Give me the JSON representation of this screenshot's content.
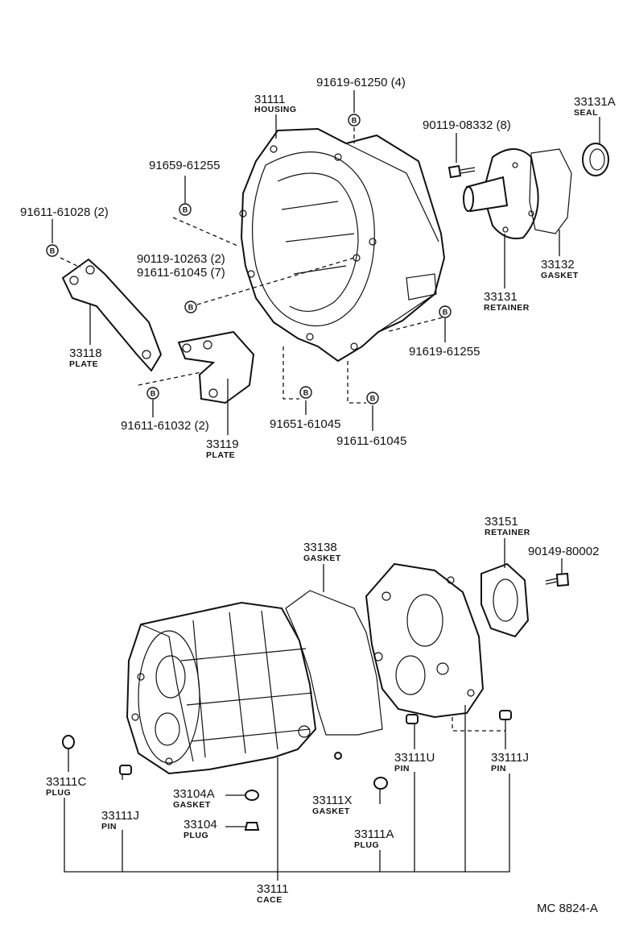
{
  "figure_code": "MC 8824-A",
  "bolt_marker": "B",
  "labels": {
    "l31111": {
      "num": "31111",
      "sub": "HOUSING"
    },
    "l91619a": {
      "num": "91619-61250 (4)"
    },
    "l33131a": {
      "num": "33131A",
      "sub": "SEAL"
    },
    "l90119a": {
      "num": "90119-08332 (8)"
    },
    "l91659": {
      "num": "91659-61255"
    },
    "l91611a": {
      "num": "91611-61028 (2)"
    },
    "l90119b": {
      "num": "90119-10263 (2)"
    },
    "l91611b": {
      "num": "91611-61045 (7)"
    },
    "l33132": {
      "num": "33132",
      "sub": "GASKET"
    },
    "l33131": {
      "num": "33131",
      "sub": "RETAINER"
    },
    "l33118": {
      "num": "33118",
      "sub": "PLATE"
    },
    "l91619b": {
      "num": "91619-61255"
    },
    "l91611c": {
      "num": "91611-61032 (2)"
    },
    "l91651": {
      "num": "91651-61045"
    },
    "l33119": {
      "num": "33119",
      "sub": "PLATE"
    },
    "l91611d": {
      "num": "91611-61045"
    },
    "l33151": {
      "num": "33151",
      "sub": "RETAINER"
    },
    "l33138": {
      "num": "33138",
      "sub": "GASKET"
    },
    "l90149": {
      "num": "90149-80002"
    },
    "l33111c": {
      "num": "33111C",
      "sub": "PLUG"
    },
    "l33111u": {
      "num": "33111U",
      "sub": "PIN"
    },
    "l33111jr": {
      "num": "33111J",
      "sub": "PIN"
    },
    "l33104a": {
      "num": "33104A",
      "sub": "GASKET"
    },
    "l33111x": {
      "num": "33111X",
      "sub": "GASKET"
    },
    "l33111jl": {
      "num": "33111J",
      "sub": "PIN"
    },
    "l33104": {
      "num": "33104",
      "sub": "PLUG"
    },
    "l33111a": {
      "num": "33111A",
      "sub": "PLUG"
    },
    "l33111": {
      "num": "33111",
      "sub": "CACE"
    }
  }
}
